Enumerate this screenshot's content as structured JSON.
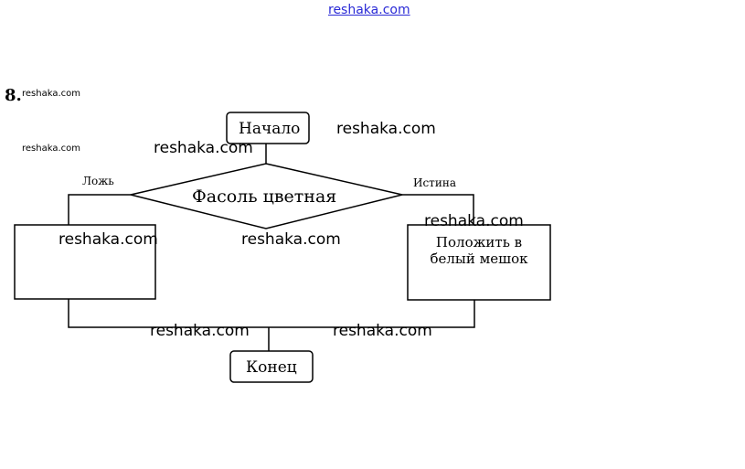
{
  "header": {
    "site_link": "reshaka.com"
  },
  "problem_number": "8.",
  "watermark": "reshaka.com",
  "flowchart": {
    "start": "Начало",
    "decision": "Фасоль цветная",
    "branch_false": "Ложь",
    "branch_true": "Истина",
    "action_true": "Положить в белый мешок",
    "action_false": "",
    "end": "Конец"
  },
  "colors": {
    "link": "#2a2ad6",
    "line": "#000000",
    "background": "#ffffff"
  }
}
